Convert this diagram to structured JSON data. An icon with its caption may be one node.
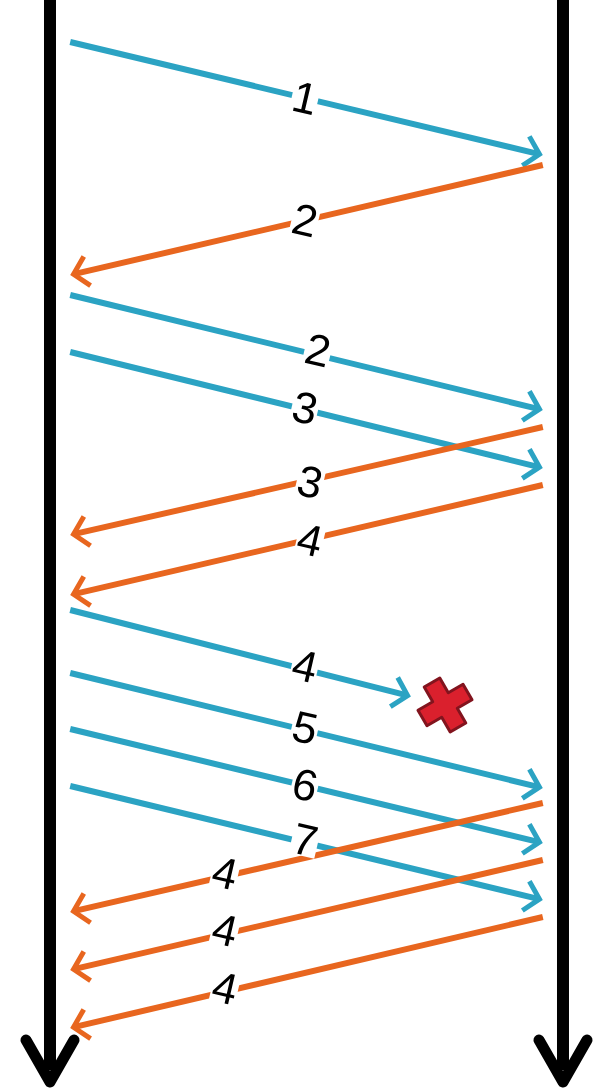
{
  "diagram": {
    "nodes": [
      {
        "text": [],
        "shape": "bar"
      },
      {
        "text": [],
        "shape": "bar"
      },
      {
        "text": [],
        "shape": "cross"
      }
    ],
    "edges": [
      {
        "from": 0,
        "to": 1,
        "arrow": "to",
        "label": "1"
      },
      {
        "from": 1,
        "to": 0,
        "arrow": "to",
        "label": "2",
        "color": "#e8661f"
      },
      {
        "from": 0,
        "to": 1,
        "arrow": "to",
        "label": "2"
      },
      {
        "from": 0,
        "to": 1,
        "arrow": "to",
        "label": "3"
      },
      {
        "from": 1,
        "to": 0,
        "arrow": "to",
        "label": "3",
        "color": "#e8661f"
      },
      {
        "from": 1,
        "to": 0,
        "arrow": "to",
        "label": "4",
        "color": "#e8661f"
      },
      {
        "from": 0,
        "to": 2,
        "arrow": "to",
        "label": "4"
      },
      {
        "from": 0,
        "to": 1,
        "arrow": "to",
        "label": "5"
      },
      {
        "from": 0,
        "to": 1,
        "arrow": "to",
        "label": "6"
      },
      {
        "from": 0,
        "to": 1,
        "arrow": "to",
        "label": "7"
      },
      {
        "from": 1,
        "to": 0,
        "arrow": "to",
        "label": "4",
        "color": "#e8661f"
      },
      {
        "from": 1,
        "to": 0,
        "arrow": "to",
        "label": "4",
        "color": "#e8661f"
      },
      {
        "from": 1,
        "to": 0,
        "arrow": "to",
        "label": "4",
        "color": "#e8661f"
      }
    ]
  }
}
